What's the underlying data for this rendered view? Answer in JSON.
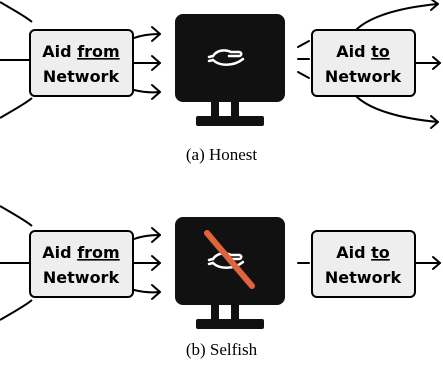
{
  "panels": [
    {
      "caption": "(a) Honest",
      "left_box": {
        "line1_plain": "Aid ",
        "line1_underlined": "from",
        "line2": "Network"
      },
      "right_box": {
        "line1_plain": "Aid ",
        "line1_underlined": "to",
        "line2": "Network"
      },
      "monitor_icon": "hand-icon",
      "crossed_out": false
    },
    {
      "caption": "(b) Selfish",
      "left_box": {
        "line1_plain": "Aid ",
        "line1_underlined": "from",
        "line2": "Network"
      },
      "right_box": {
        "line1_plain": "Aid ",
        "line1_underlined": "to",
        "line2": "Network"
      },
      "monitor_icon": "hand-icon",
      "crossed_out": true
    }
  ],
  "colors": {
    "box_fill": "#eeeeee",
    "monitor": "#111111",
    "cross": "#e0633c",
    "line": "#000000"
  }
}
